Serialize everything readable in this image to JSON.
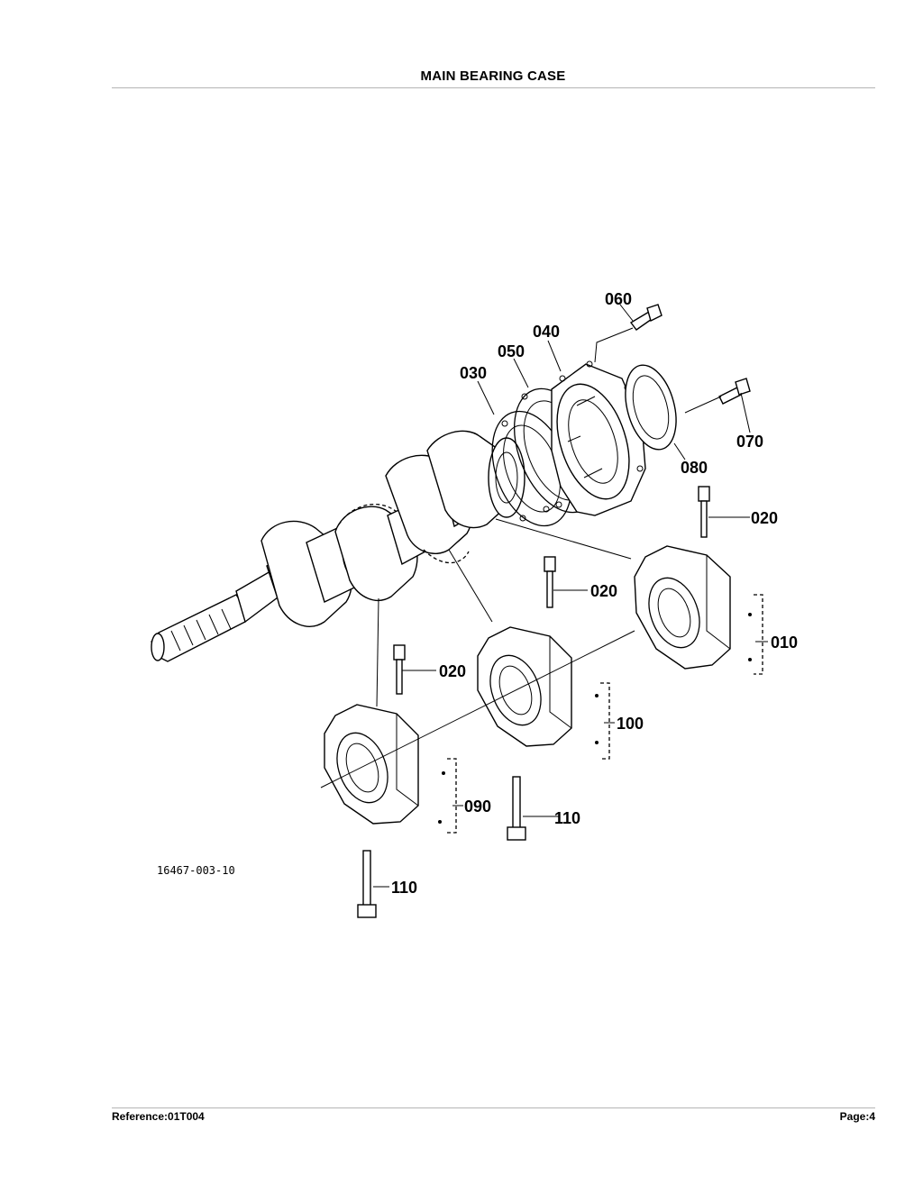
{
  "header": {
    "title": "MAIN BEARING CASE"
  },
  "figure": {
    "drawing_code": "16467-003-10",
    "callouts": {
      "c060": "060",
      "c040": "040",
      "c050": "050",
      "c030": "030",
      "c070": "070",
      "c080": "080",
      "c020_a": "020",
      "c020_b": "020",
      "c020_c": "020",
      "c010": "010",
      "c100": "100",
      "c090": "090",
      "c110_a": "110",
      "c110_b": "110"
    }
  },
  "footer": {
    "reference": "Reference:01T004",
    "page": "Page:4"
  }
}
